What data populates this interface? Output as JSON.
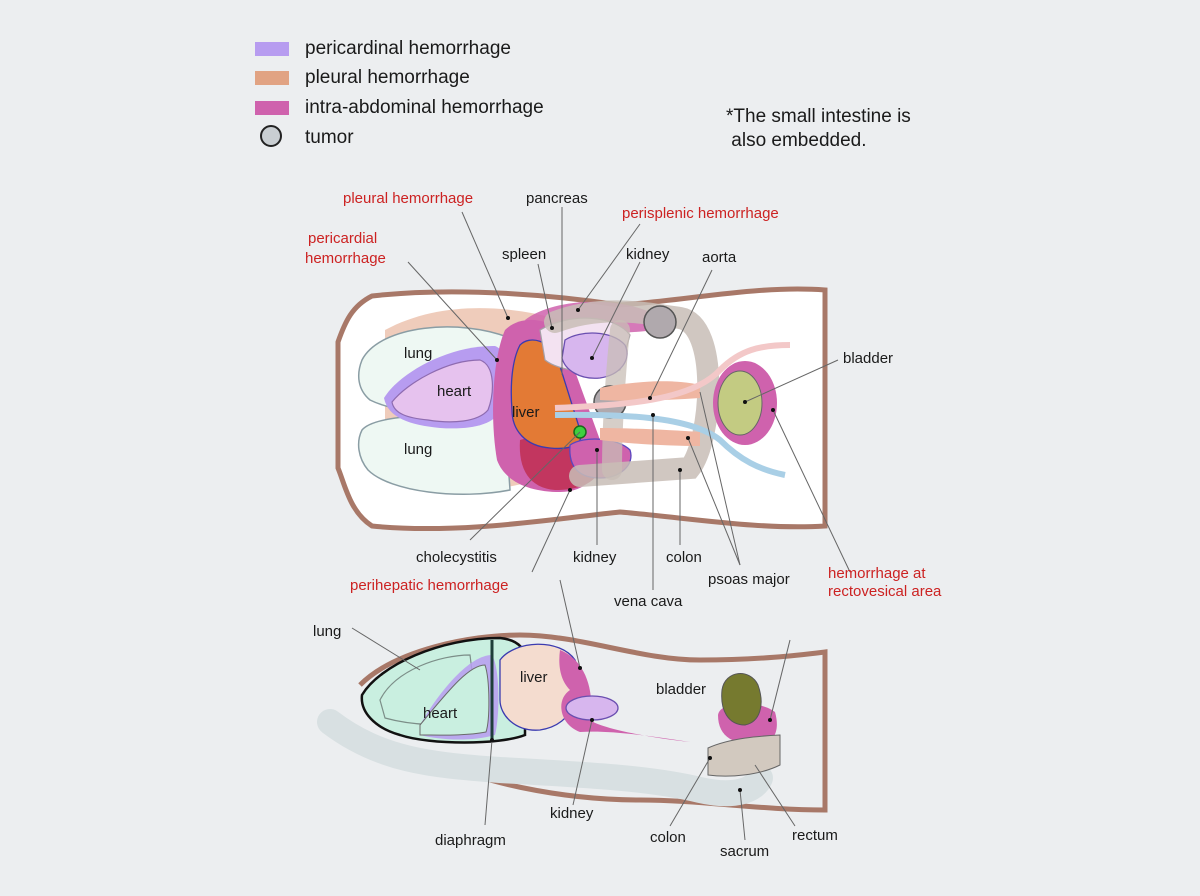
{
  "legend": [
    {
      "label": "pericardinal hemorrhage",
      "color": "#b79cf0",
      "shape": "rect"
    },
    {
      "label": "pleural hemorrhage",
      "color": "#e1a383",
      "shape": "rect"
    },
    {
      "label": "intra-abdominal hemorrhage",
      "color": "#cf62ad",
      "shape": "rect"
    },
    {
      "label": "tumor",
      "color": "#c9ced2",
      "shape": "circle"
    }
  ],
  "note": {
    "line1": "*The small intestine is",
    "line2": " also embedded."
  },
  "top_view": {
    "red_labels": {
      "pleural": "pleural hemorrhage",
      "perisplenic": "perisplenic hemorrhage",
      "pericardial_1": "pericardial",
      "pericardial_2": "hemorrhage",
      "perihepatic": "perihepatic hemorrhage",
      "rectovesical_1": "hemorrhage at",
      "rectovesical_2": "rectovesical area"
    },
    "labels": {
      "pancreas": "pancreas",
      "spleen": "spleen",
      "kidney_top": "kidney",
      "aorta": "aorta",
      "bladder": "bladder",
      "lung_upper": "lung",
      "heart": "heart",
      "liver": "liver",
      "lung_lower": "lung",
      "cholecystitis": "cholecystitis",
      "kidney_bottom": "kidney",
      "colon": "colon",
      "vena_cava": "vena cava",
      "psoas_major": "psoas major"
    }
  },
  "side_view": {
    "labels": {
      "lung": "lung",
      "heart": "heart",
      "liver": "liver",
      "bladder": "bladder",
      "kidney": "kidney",
      "diaphragm": "diaphragm",
      "colon": "colon",
      "sacrum": "sacrum",
      "rectum": "rectum"
    }
  },
  "colors": {
    "body_outline": "#a87868",
    "pericardial": "#b79cf0",
    "pleural": "#e1a383",
    "intra_abdominal": "#cf62ad",
    "tumor": "#b0a9ad",
    "liver": "#e37a35",
    "bladder_top": "#c3cb82",
    "bladder_side": "#767a2f",
    "lung_side": "#c9efe0",
    "label_red": "#cc2222"
  }
}
